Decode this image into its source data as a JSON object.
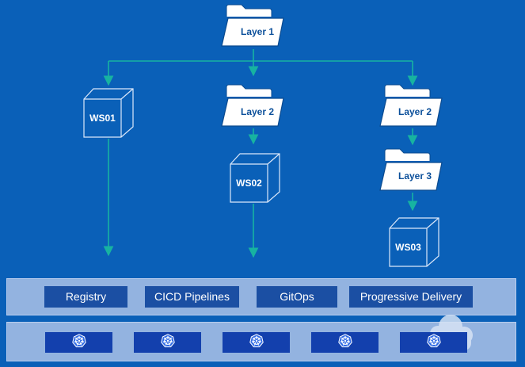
{
  "hierarchy": {
    "root": "Layer 1",
    "layer2_middle": "Layer 2",
    "layer2_right": "Layer 2",
    "layer3": "Layer 3"
  },
  "workspaces": {
    "ws01": "WS01",
    "ws02": "WS02",
    "ws03": "WS03"
  },
  "platform_services": [
    "Registry",
    "CICD Pipelines",
    "GitOps",
    "Progressive Delivery"
  ],
  "clusters": {
    "count": 5,
    "icon": "kubernetes-helm-icon",
    "cloud_icon": "cloud-icon"
  },
  "colors": {
    "background": "#0a60b8",
    "connector": "#17b3a1",
    "band": "#93b3e0",
    "service_box": "#1b4fa3",
    "cluster_box": "#1340ad"
  }
}
